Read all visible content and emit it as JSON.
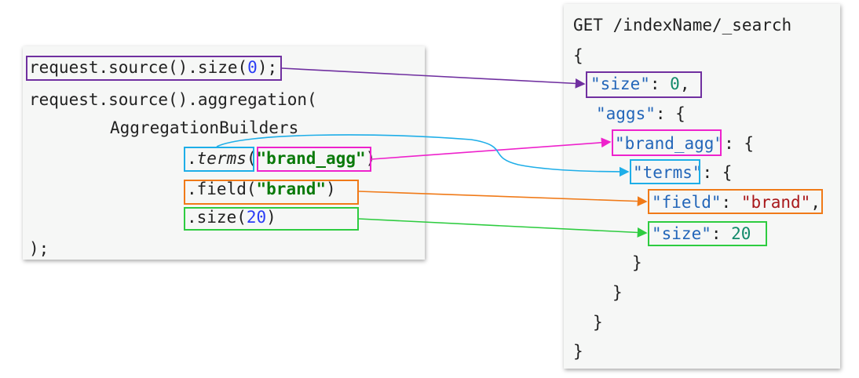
{
  "java_code": {
    "line1": {
      "pre": "request.source().size(",
      "num": "0",
      "post": ");"
    },
    "line2": "request.source().aggregation(",
    "line3": "AggregationBuilders",
    "line4": {
      "dot": ".",
      "method": "terms",
      "open": "(",
      "arg": "\"brand_agg\"",
      "close": ")"
    },
    "line5": {
      "pre": ".field(",
      "arg": "\"brand\"",
      "post": ")"
    },
    "line6": {
      "pre": ".size(",
      "num": "20",
      "post": ")"
    },
    "line7": ");"
  },
  "json_code": {
    "request_line": "GET /indexName/_search",
    "open_brace": "{",
    "size_key": "\"size\"",
    "size_colon": ": ",
    "size_value": "0",
    "size_comma": ",",
    "aggs_key": "\"aggs\"",
    "aggs_rest": ": {",
    "agg_name_key": "\"brand_agg\"",
    "agg_name_rest": ": {",
    "terms_key": "\"terms\"",
    "terms_rest": ": {",
    "field_key": "\"field\"",
    "field_colon": ": ",
    "field_value": "\"brand\"",
    "field_comma": ",",
    "terms_size_key": "\"size\"",
    "terms_size_colon": ": ",
    "terms_size_value": "20",
    "close1": "}",
    "close2": "}",
    "close3": "}",
    "close4": "}"
  },
  "colors": {
    "size_link": "#7030a0",
    "agg_name_link": "#ee22cc",
    "terms_link": "#1eaee8",
    "field_link": "#f07a18",
    "terms_size_link": "#2ecc40"
  }
}
